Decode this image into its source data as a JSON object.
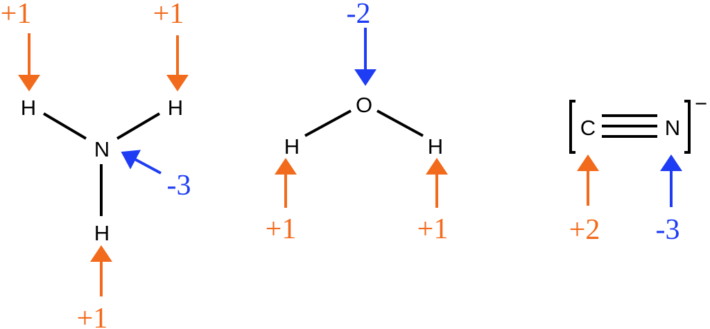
{
  "colors": {
    "positive": "#f26a1b",
    "negative": "#1f3cf5",
    "bond": "#000000"
  },
  "ammonia": {
    "atoms": {
      "h_left": "H",
      "h_right": "H",
      "n": "N",
      "h_bottom": "H"
    },
    "labels": {
      "h_left": "+1",
      "h_right": "+1",
      "n": "-3",
      "h_bottom": "+1"
    }
  },
  "water": {
    "atoms": {
      "o": "O",
      "h_left": "H",
      "h_right": "H"
    },
    "labels": {
      "o": "-2",
      "h_left": "+1",
      "h_right": "+1"
    }
  },
  "cyanide": {
    "atoms": {
      "c": "C",
      "n": "N"
    },
    "charge": "−",
    "labels": {
      "c": "+2",
      "n": "-3"
    }
  }
}
